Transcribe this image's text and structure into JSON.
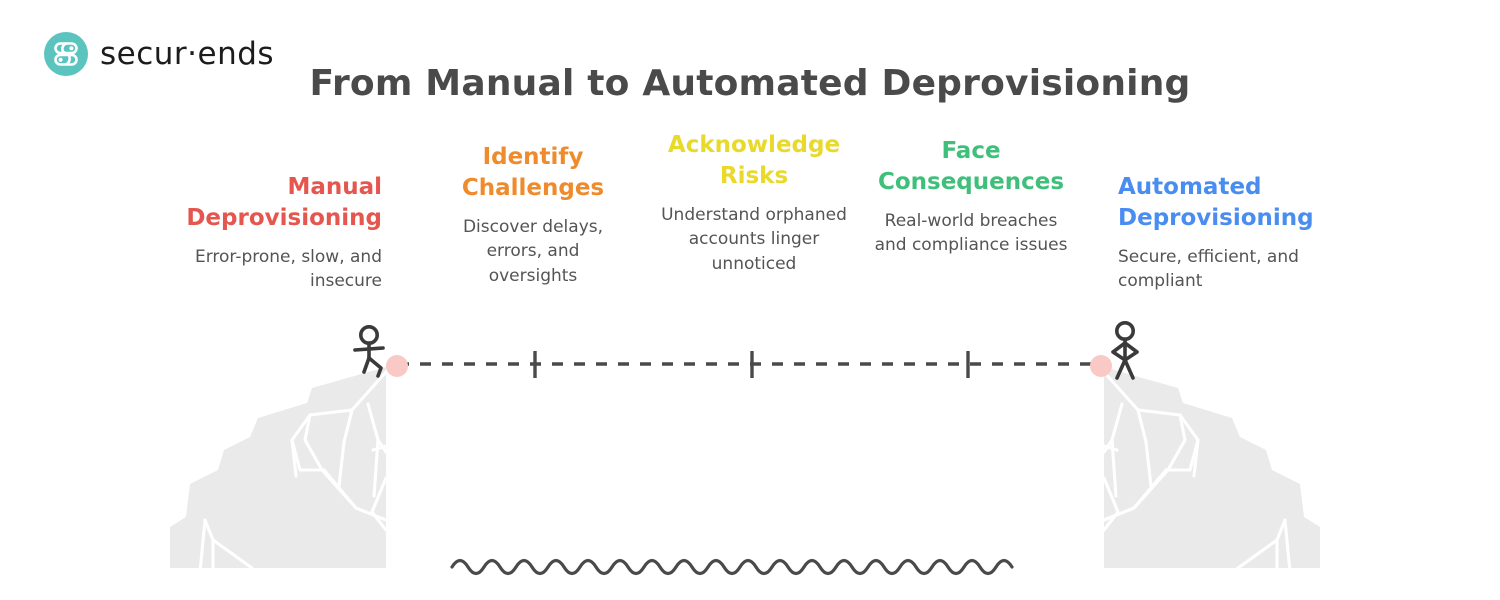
{
  "brand": {
    "name": "secur·ends",
    "logo_icon": "securends-s-database-logo",
    "accent_color": "#5bc4bf",
    "wordmark_color": "#1c1c1c"
  },
  "header": {
    "title": "From Manual to Automated Deprovisioning",
    "title_color": "#4a4a4a"
  },
  "stages": [
    {
      "id": "manual-deprovisioning",
      "title": "Manual\nDeprovisioning",
      "title_line1": "Manual",
      "title_line2": "Deprovisioning",
      "description": "Error-prone, slow, and insecure",
      "color": "#e5564e",
      "align": "right"
    },
    {
      "id": "identify-challenges",
      "title": "Identify\nChallenges",
      "title_line1": "Identify",
      "title_line2": "Challenges",
      "description": "Discover delays, errors, and oversights",
      "color": "#ef8b2c",
      "align": "center"
    },
    {
      "id": "acknowledge-risks",
      "title": "Acknowledge\nRisks",
      "title_line1": "Acknowledge",
      "title_line2": "Risks",
      "description": "Understand orphaned accounts linger unnoticed",
      "color": "#e8d92a",
      "align": "center"
    },
    {
      "id": "face-consequences",
      "title": "Face\nConsequences",
      "title_line1": "Face",
      "title_line2": "Consequences",
      "description": "Real-world breaches and compliance issues",
      "color": "#3fc07a",
      "align": "center"
    },
    {
      "id": "automated-deprovisioning",
      "title": "Automated\nDeprovisioning",
      "title_line1": "Automated",
      "title_line2": "Deprovisioning",
      "description": "Secure, efficient, and compliant",
      "color": "#4a8df0",
      "align": "left"
    }
  ],
  "scene": {
    "left_cliff_label": "manual-side-cliff",
    "right_cliff_label": "automated-side-cliff",
    "cliff_fill": "#eaeaea",
    "crack_stroke": "#ffffff",
    "walker_left_label": "walking-stick-figure",
    "walker_right_label": "standing-stick-figure",
    "figure_color": "#3a3a3a",
    "path_label": "dashed-journey-path",
    "path_color": "#4a4a4a",
    "milestone_count": 3,
    "endpoint_marker_color": "#f9c9c5",
    "water_label": "wavy-water-line",
    "water_color": "#4a4a4a"
  }
}
